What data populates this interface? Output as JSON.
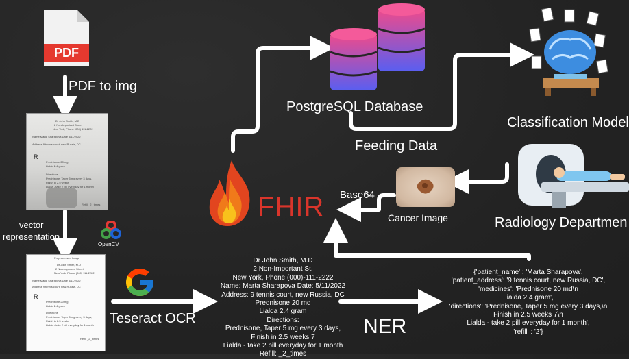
{
  "pdf": {
    "badge": "PDF",
    "step_label": "PDF to img"
  },
  "vector_label": [
    "vector",
    "representation"
  ],
  "opencv_label": "OpenCV",
  "tesseract_label": "Teseract OCR",
  "fhir_label": "FHIR",
  "postgres_label": "PostgreSQL Database",
  "feeding_label": "Feeding Data",
  "classification_label": "Classification Model",
  "radiology_label": "Radiology Departmen",
  "cancer_label": "Cancer Image",
  "base64_label": "Base64",
  "ner_label": "NER",
  "ocr_text": [
    "Dr John Smith, M.D",
    "2 Non-Important St.",
    "New York, Phone (000)-111-2222",
    "Name: Marta Sharapova Date: 5/11/2022",
    "Address: 9 tennis court, new Russia, DC",
    "Prednisone 20 md",
    "Lialda 2.4 gram",
    "Directions:",
    "Prednisone, Taper 5 mg every 3 days,",
    "Finish in 2.5 weeks 7",
    "Lialda - take 2 pill everyday for 1 month",
    "Refill: _2_times"
  ],
  "ner_output": [
    "{'patient_name' : 'Marta Sharapova',",
    "'patient_address': '9 tennis court, new Russia, DC',",
    "'medicines': 'Prednisone 20 md\\n",
    "Lialda 2.4 gram',",
    "'directions': 'Prednisone, Taper 5 mg every 3 days,\\n",
    "Finish in 2.5 weeks 7\\n",
    "Lialda - take 2 pill everyday for 1 month',",
    "'refill' : '2'}"
  ],
  "colors": {
    "background": "#262626",
    "arrow": "#ffffff",
    "pdf_red": "#e5392f",
    "db_top": "#f04a8a",
    "db_bottom": "#5a5ef0",
    "fhir_text": "#d9352b"
  }
}
